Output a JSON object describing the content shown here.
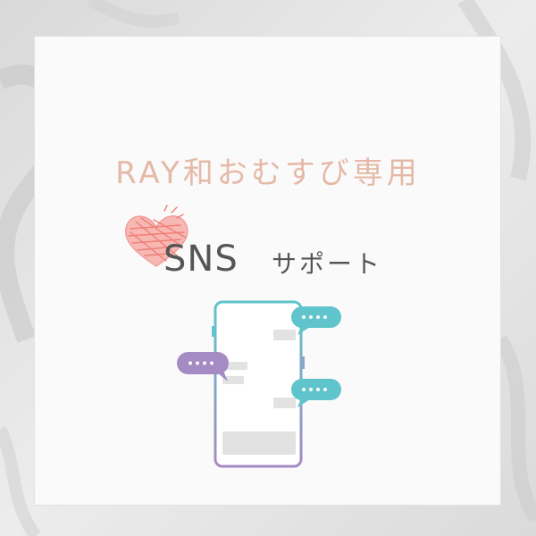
{
  "title": "RAY和おむすび専用",
  "sns_label": "SNS",
  "support_label": "サポート",
  "colors": {
    "title": "#e5b9a7",
    "text": "#555555",
    "heart": "#ef7f78",
    "teal": "#5fc4cb",
    "purple": "#a58bc4",
    "card": "#fbfafa"
  },
  "icons": [
    "heart-doodle-icon",
    "smartphone-icon",
    "chat-bubble-icon"
  ]
}
